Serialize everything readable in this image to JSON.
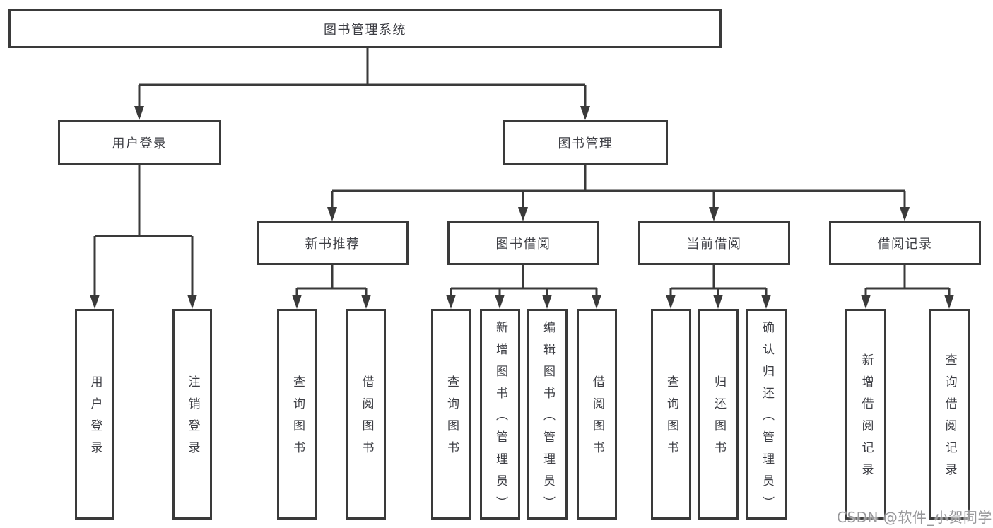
{
  "tree": {
    "root": "图书管理系统",
    "branches": [
      {
        "label": "用户登录",
        "children": [
          "用户登录",
          "注销登录"
        ]
      },
      {
        "label": "图书管理",
        "groups": [
          {
            "label": "新书推荐",
            "children": [
              "查询图书",
              "借阅图书"
            ]
          },
          {
            "label": "图书借阅",
            "children": [
              "查询图书",
              "新增图书（管理员）",
              "编辑图书（管理员）",
              "借阅图书"
            ]
          },
          {
            "label": "当前借阅",
            "children": [
              "查询图书",
              "归还图书",
              "确认归还（管理员）"
            ]
          },
          {
            "label": "借阅记录",
            "children": [
              "新增借阅记录",
              "查询借阅记录"
            ]
          }
        ]
      }
    ]
  },
  "watermark": {
    "text": "CSDN @软件_小贺同学"
  },
  "colors": {
    "line": "#3a3a3a",
    "text": "#3d3e44",
    "watermark": "#929296",
    "background": "#ffffff"
  }
}
